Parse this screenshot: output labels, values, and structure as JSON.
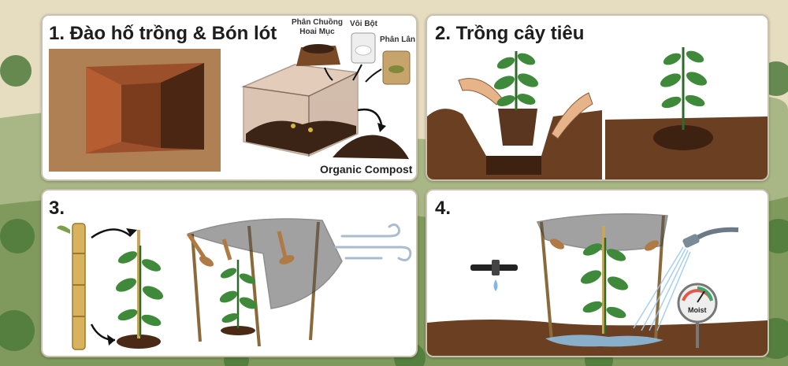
{
  "panels": [
    {
      "title": "1. Đào hố trồng & Bón lót",
      "labels": {
        "manure": "Phân Chuồng\nHoai Mục",
        "lime": "Vôi Bột",
        "phosphate": "Phân Lân",
        "compost": "Organic Compost"
      }
    },
    {
      "title": "2. Trồng cây tiêu"
    },
    {
      "title": "3."
    },
    {
      "title": "4.",
      "gauge_label": "Moist"
    }
  ],
  "icons": [
    "pit-icon",
    "manure-bag-icon",
    "lime-bag-icon",
    "phosphate-bag-icon",
    "compost-pile-icon",
    "hands-icon",
    "pepper-plant-icon",
    "bamboo-stake-icon",
    "shade-net-icon",
    "wind-icon",
    "drip-pipe-icon",
    "hose-icon",
    "moisture-gauge-icon"
  ],
  "colors": {
    "panel_border": "#c9c2b0",
    "soil": "#6b3f22",
    "leaf": "#3f8a3a",
    "sky": "#e9e3c9"
  }
}
